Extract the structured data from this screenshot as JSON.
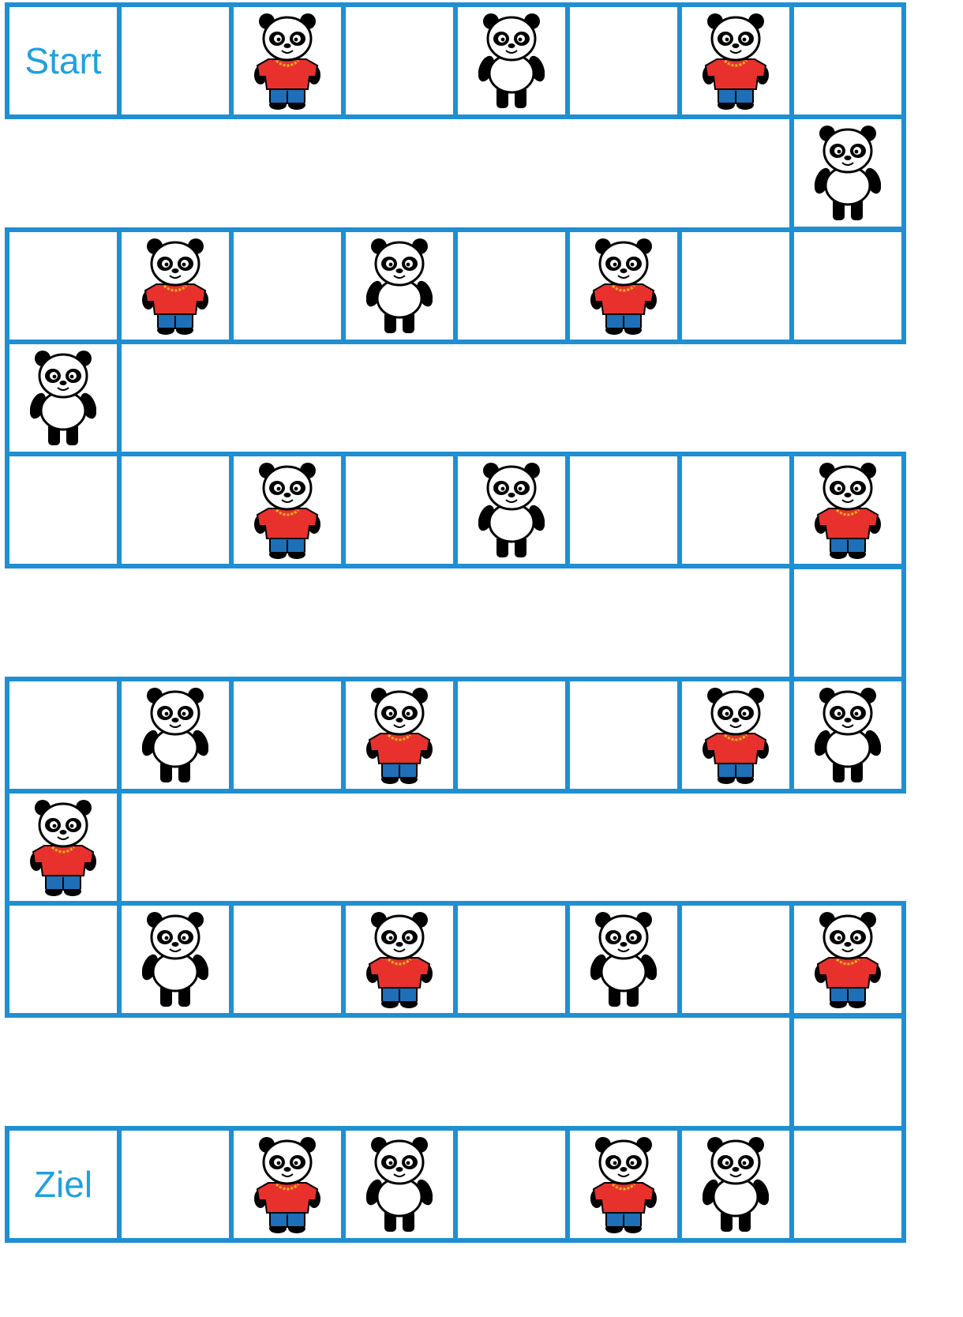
{
  "board": {
    "start_label": "Start",
    "goal_label": "Ziel",
    "colors": {
      "grid": "#1f8fd2",
      "label": "#1fa0e0",
      "shirt": "#e8312d",
      "pants": "#1f6fb8",
      "necklace": "#f0b81c"
    },
    "path": [
      {
        "row": 0,
        "col": 0,
        "content": "start"
      },
      {
        "row": 0,
        "col": 1,
        "content": "empty"
      },
      {
        "row": 0,
        "col": 2,
        "content": "panda-shirt"
      },
      {
        "row": 0,
        "col": 3,
        "content": "empty"
      },
      {
        "row": 0,
        "col": 4,
        "content": "panda"
      },
      {
        "row": 0,
        "col": 5,
        "content": "empty"
      },
      {
        "row": 0,
        "col": 6,
        "content": "panda-shirt"
      },
      {
        "row": 0,
        "col": 7,
        "content": "empty"
      },
      {
        "row": 1,
        "col": 7,
        "content": "panda"
      },
      {
        "row": 2,
        "col": 7,
        "content": "empty"
      },
      {
        "row": 2,
        "col": 6,
        "content": "empty"
      },
      {
        "row": 2,
        "col": 5,
        "content": "panda-shirt"
      },
      {
        "row": 2,
        "col": 4,
        "content": "empty"
      },
      {
        "row": 2,
        "col": 3,
        "content": "panda"
      },
      {
        "row": 2,
        "col": 2,
        "content": "empty"
      },
      {
        "row": 2,
        "col": 1,
        "content": "panda-shirt"
      },
      {
        "row": 2,
        "col": 0,
        "content": "empty"
      },
      {
        "row": 3,
        "col": 0,
        "content": "panda"
      },
      {
        "row": 4,
        "col": 0,
        "content": "empty"
      },
      {
        "row": 4,
        "col": 1,
        "content": "empty"
      },
      {
        "row": 4,
        "col": 2,
        "content": "panda-shirt"
      },
      {
        "row": 4,
        "col": 3,
        "content": "empty"
      },
      {
        "row": 4,
        "col": 4,
        "content": "panda"
      },
      {
        "row": 4,
        "col": 5,
        "content": "empty"
      },
      {
        "row": 4,
        "col": 6,
        "content": "empty"
      },
      {
        "row": 4,
        "col": 7,
        "content": "panda-shirt"
      },
      {
        "row": 5,
        "col": 7,
        "content": "empty"
      },
      {
        "row": 6,
        "col": 7,
        "content": "panda"
      },
      {
        "row": 6,
        "col": 6,
        "content": "panda-shirt"
      },
      {
        "row": 6,
        "col": 5,
        "content": "empty"
      },
      {
        "row": 6,
        "col": 4,
        "content": "empty"
      },
      {
        "row": 6,
        "col": 3,
        "content": "panda-shirt"
      },
      {
        "row": 6,
        "col": 2,
        "content": "empty"
      },
      {
        "row": 6,
        "col": 1,
        "content": "panda"
      },
      {
        "row": 6,
        "col": 0,
        "content": "empty"
      },
      {
        "row": 7,
        "col": 0,
        "content": "panda-shirt"
      },
      {
        "row": 8,
        "col": 0,
        "content": "empty"
      },
      {
        "row": 8,
        "col": 1,
        "content": "panda"
      },
      {
        "row": 8,
        "col": 2,
        "content": "empty"
      },
      {
        "row": 8,
        "col": 3,
        "content": "panda-shirt"
      },
      {
        "row": 8,
        "col": 4,
        "content": "empty"
      },
      {
        "row": 8,
        "col": 5,
        "content": "panda"
      },
      {
        "row": 8,
        "col": 6,
        "content": "empty"
      },
      {
        "row": 8,
        "col": 7,
        "content": "panda-shirt"
      },
      {
        "row": 9,
        "col": 7,
        "content": "empty"
      },
      {
        "row": 10,
        "col": 7,
        "content": "empty"
      },
      {
        "row": 10,
        "col": 6,
        "content": "panda"
      },
      {
        "row": 10,
        "col": 5,
        "content": "panda-shirt"
      },
      {
        "row": 10,
        "col": 4,
        "content": "empty"
      },
      {
        "row": 10,
        "col": 3,
        "content": "panda"
      },
      {
        "row": 10,
        "col": 2,
        "content": "panda-shirt"
      },
      {
        "row": 10,
        "col": 1,
        "content": "empty"
      },
      {
        "row": 10,
        "col": 0,
        "content": "goal"
      }
    ]
  }
}
